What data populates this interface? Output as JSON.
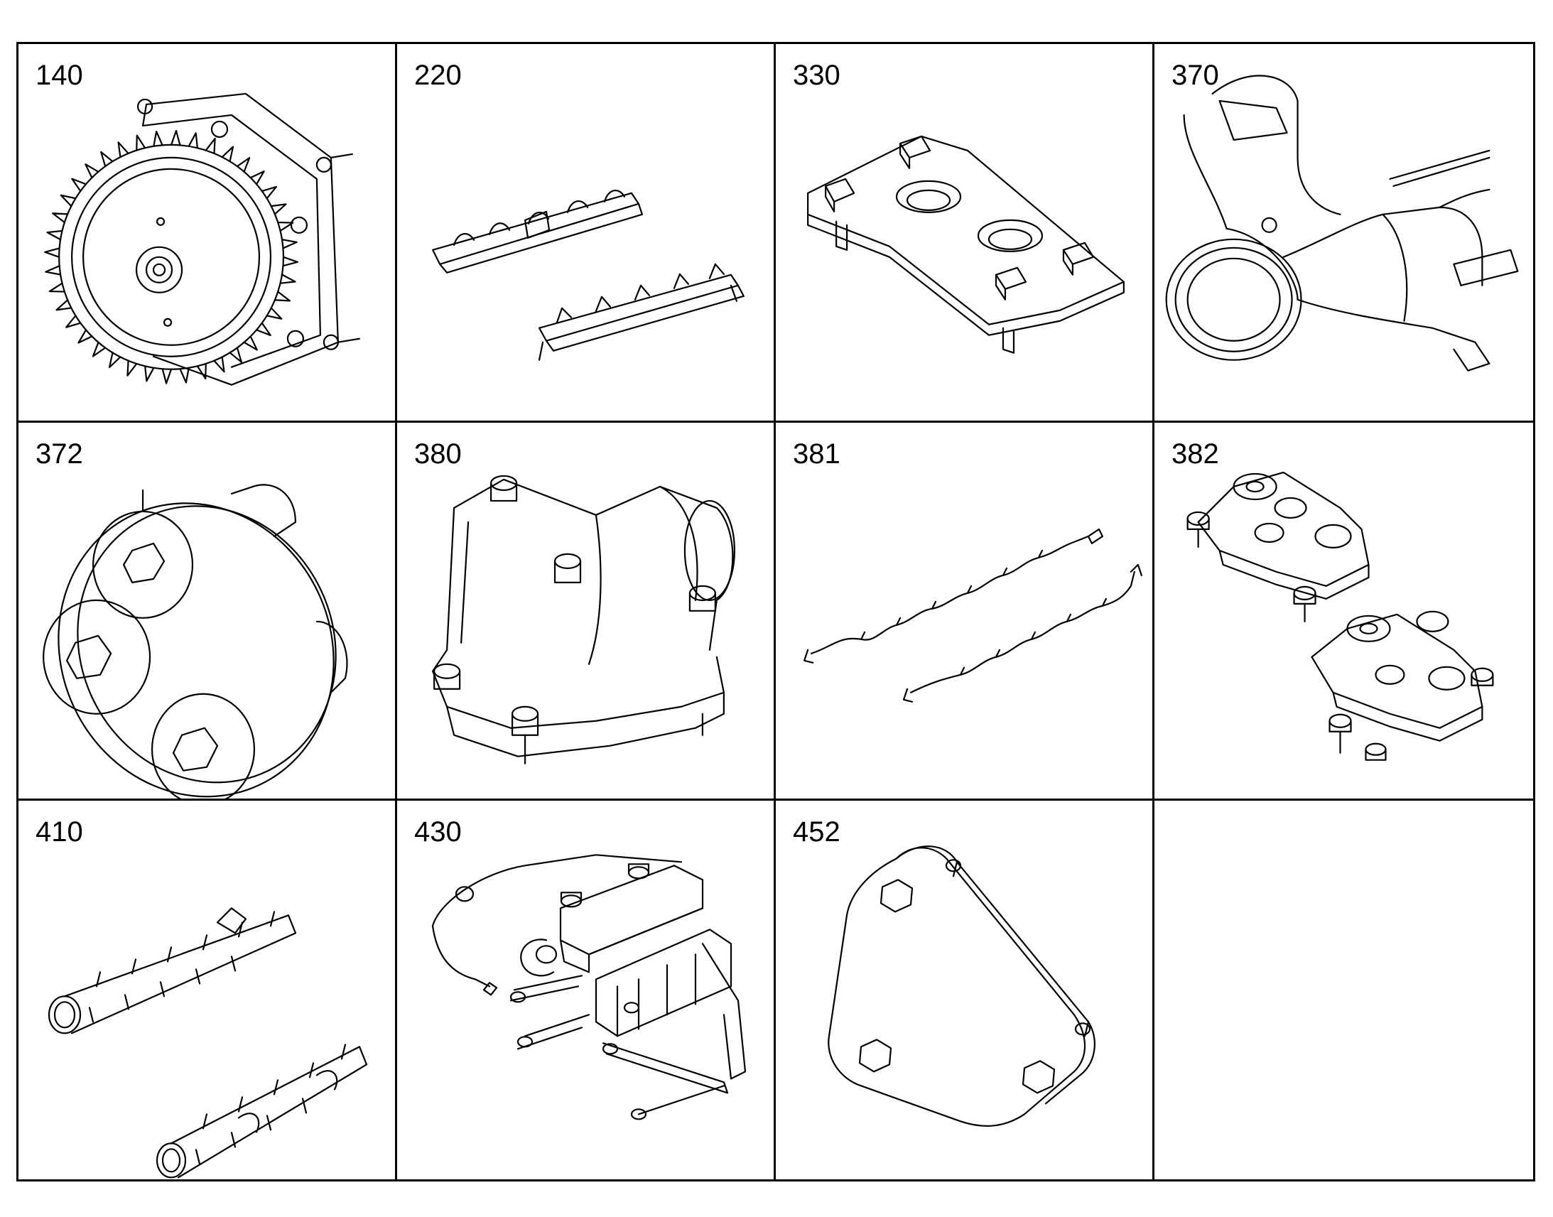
{
  "parts": [
    {
      "id": "140",
      "icon": "oil-pump-gear-icon"
    },
    {
      "id": "220",
      "icon": "rocker-arm-assembly-icon"
    },
    {
      "id": "330",
      "icon": "bolted-plate-icon"
    },
    {
      "id": "370",
      "icon": "coolant-elbow-pipe-icon"
    },
    {
      "id": "372",
      "icon": "flange-tool-icon"
    },
    {
      "id": "380",
      "icon": "thermostat-housing-icon"
    },
    {
      "id": "381",
      "icon": "wiring-harness-icon"
    },
    {
      "id": "382",
      "icon": "valve-cover-pair-icon"
    },
    {
      "id": "410",
      "icon": "fuel-rail-assembly-icon"
    },
    {
      "id": "430",
      "icon": "bracket-assembly-icon"
    },
    {
      "id": "452",
      "icon": "cover-plate-icon"
    },
    {
      "id": "",
      "icon": ""
    }
  ]
}
